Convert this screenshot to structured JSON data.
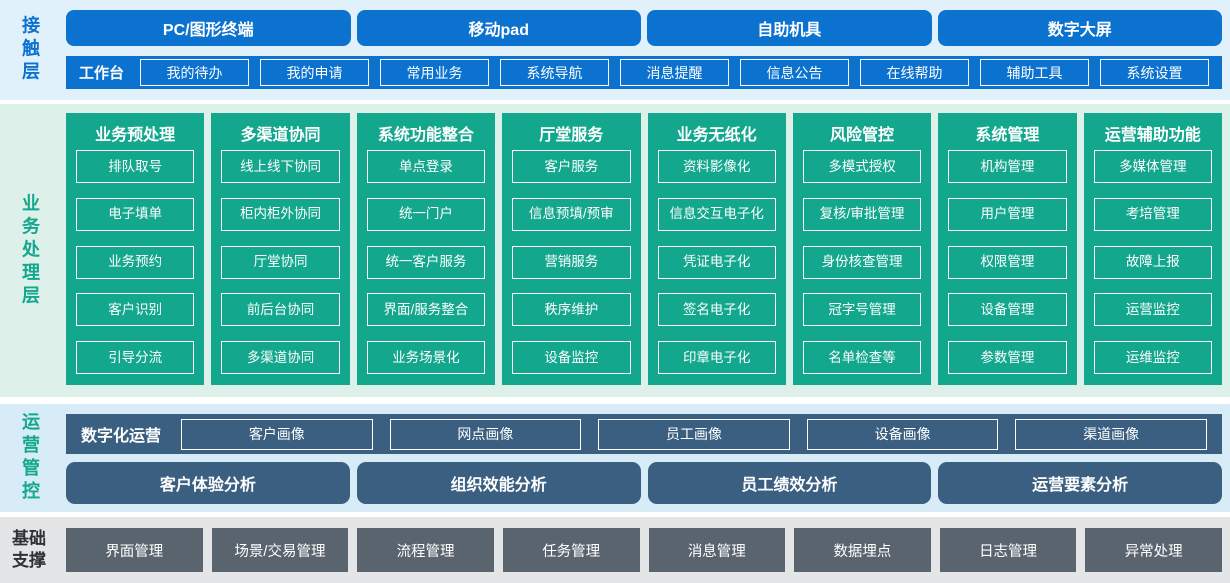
{
  "colors": {
    "primary_blue": "#0b72d0",
    "teal_green": "#13a78e",
    "navy_blue": "#3a5f80",
    "slate_gray": "#5a646f",
    "band_contact_bg": "#e1f1fb",
    "band_business_bg": "#def0ea",
    "band_operations_bg": "#d8ecf7",
    "band_foundation_bg": "#e3e5e7"
  },
  "contact_layer": {
    "label": "接触层",
    "terminals": [
      "PC/图形终端",
      "移动pad",
      "自助机具",
      "数字大屏"
    ],
    "workbench": {
      "label": "工作台",
      "items": [
        "我的待办",
        "我的申请",
        "常用业务",
        "系统导航",
        "消息提醒",
        "信息公告",
        "在线帮助",
        "辅助工具",
        "系统设置"
      ]
    }
  },
  "business_layer": {
    "label": "业务处理层",
    "columns": [
      {
        "title": "业务预处理",
        "items": [
          "排队取号",
          "电子填单",
          "业务预约",
          "客户识别",
          "引导分流"
        ]
      },
      {
        "title": "多渠道协同",
        "items": [
          "线上线下协同",
          "柜内柜外协同",
          "厅堂协同",
          "前后台协同",
          "多渠道协同"
        ]
      },
      {
        "title": "系统功能整合",
        "items": [
          "单点登录",
          "统一门户",
          "统一客户服务",
          "界面/服务整合",
          "业务场景化"
        ]
      },
      {
        "title": "厅堂服务",
        "items": [
          "客户服务",
          "信息预填/预审",
          "营销服务",
          "秩序维护",
          "设备监控"
        ]
      },
      {
        "title": "业务无纸化",
        "items": [
          "资料影像化",
          "信息交互电子化",
          "凭证电子化",
          "签名电子化",
          "印章电子化"
        ]
      },
      {
        "title": "风险管控",
        "items": [
          "多模式授权",
          "复核/审批管理",
          "身份核查管理",
          "冠字号管理",
          "名单检查等"
        ]
      },
      {
        "title": "系统管理",
        "items": [
          "机构管理",
          "用户管理",
          "权限管理",
          "设备管理",
          "参数管理"
        ]
      },
      {
        "title": "运营辅助功能",
        "items": [
          "多媒体管理",
          "考培管理",
          "故障上报",
          "运营监控",
          "运维监控"
        ]
      }
    ]
  },
  "operations_layer": {
    "label": "运营管控",
    "digital_ops": {
      "label": "数字化运营",
      "items": [
        "客户画像",
        "网点画像",
        "员工画像",
        "设备画像",
        "渠道画像"
      ]
    },
    "analyses": [
      "客户体验分析",
      "组织效能分析",
      "员工绩效分析",
      "运营要素分析"
    ]
  },
  "foundation_layer": {
    "label": "基础支撑",
    "items": [
      "界面管理",
      "场景/交易管理",
      "流程管理",
      "任务管理",
      "消息管理",
      "数据埋点",
      "日志管理",
      "异常处理"
    ]
  }
}
